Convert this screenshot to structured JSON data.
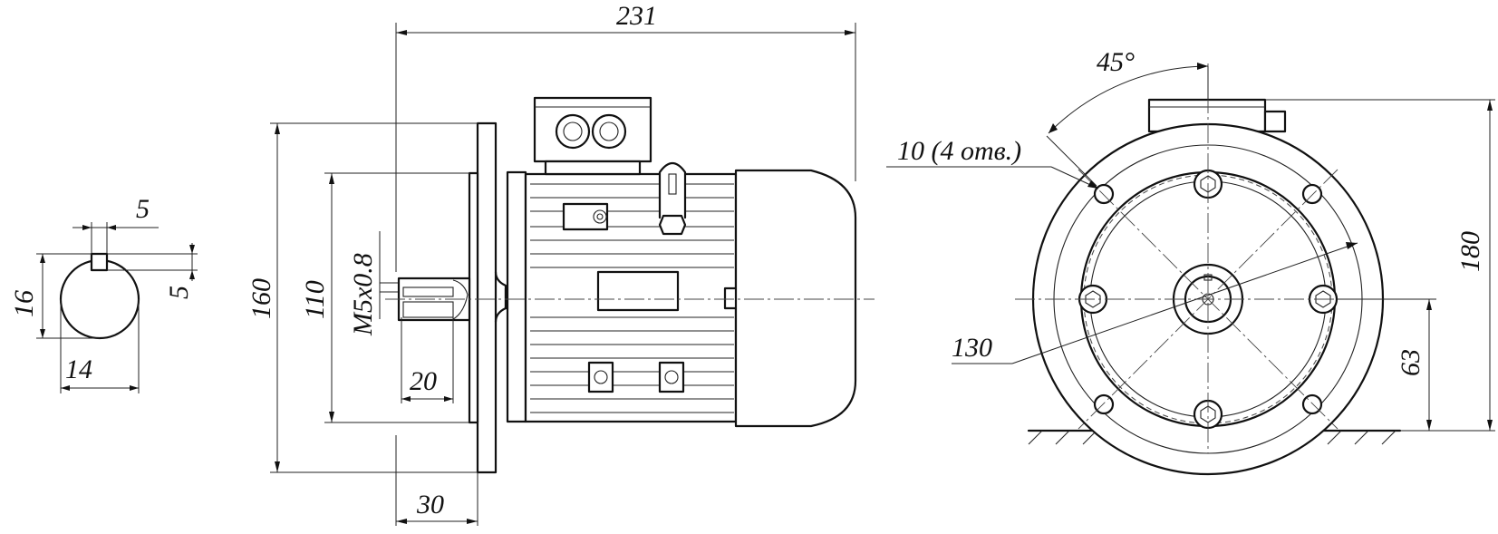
{
  "dimensions": {
    "key_width": "5",
    "key_depth": "5",
    "shaft_key_height": "16",
    "shaft_diameter": "14",
    "overall_length": "231",
    "flange_diameter": "160",
    "spigot_diameter": "110",
    "shaft_thread": "M5x0.8",
    "shaft_length": "30",
    "key_length": "20",
    "holes": "10 (4 отв.)",
    "hole_angle": "45°",
    "pitch_circle": "130",
    "overall_height": "180",
    "shaft_height": "63"
  }
}
